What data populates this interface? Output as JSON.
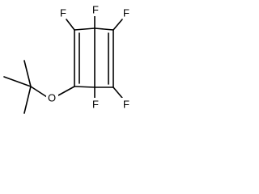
{
  "molecule": {
    "atoms": [
      {
        "id": "F1",
        "element": "F",
        "label": "F"
      },
      {
        "id": "F2",
        "element": "F",
        "label": "F"
      },
      {
        "id": "F3",
        "element": "F",
        "label": "F"
      },
      {
        "id": "F4",
        "element": "F",
        "label": "F"
      },
      {
        "id": "F5",
        "element": "F",
        "label": "F"
      },
      {
        "id": "O1",
        "element": "O",
        "label": "O"
      }
    ],
    "bond_line_color": "#000000",
    "background_color": "#ffffff"
  }
}
